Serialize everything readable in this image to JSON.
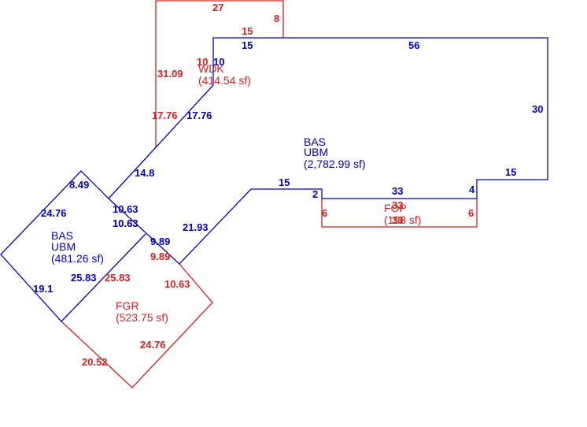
{
  "colors": {
    "main": "#0000c8",
    "addition": "#dc1e1e",
    "background": "#ffffff"
  },
  "areas": {
    "bas_main": {
      "code": "BAS",
      "subcode": "UBM",
      "size": "(2,782.99 sf)"
    },
    "bas_wing": {
      "code": "BAS",
      "subcode": "UBM",
      "size": "(481.26 sf)"
    },
    "wdk": {
      "code": "WDK",
      "size": "(414.54 sf)"
    },
    "fgr": {
      "code": "FGR",
      "size": "(523.75 sf)"
    },
    "fop": {
      "code": "FOP",
      "size": "(198 sf)"
    }
  },
  "dimensions": {
    "wdk_top": "27",
    "wdk_right": "8",
    "wdk_inner_red": "15",
    "wdk_left": "31.09",
    "wdk_10_red": "10",
    "wdk_10_blue": "10",
    "wdk_diag_red": "17.76",
    "main_top_left": "15",
    "main_top": "56",
    "main_right": "30",
    "main_lower_right": "15",
    "main_diag": "17.76",
    "main_notch": "4",
    "main_bottom": "33",
    "main_step": "2",
    "main_left_top": "15",
    "main_diag_lower": "21.93",
    "main_diag_left": "14.8",
    "fop_left": "6",
    "fop_right": "6",
    "fop_overlap_a": "33",
    "fop_overlap_b": "33",
    "wing_top": "8.49",
    "wing_left_upper": "24.76",
    "wing_right_red": "10.63",
    "wing_right_blue": "10.63",
    "wing_mid_blue": "10.63",
    "wing_989_blue": "9.89",
    "wing_989_red": "9.89",
    "wing_inner_blue": "25.83",
    "wing_inner_red": "25.83",
    "wing_left_lower": "19.1",
    "fgr_right_upper": "10.63",
    "fgr_right_lower": "24.76",
    "fgr_bottom_left": "20.52"
  }
}
